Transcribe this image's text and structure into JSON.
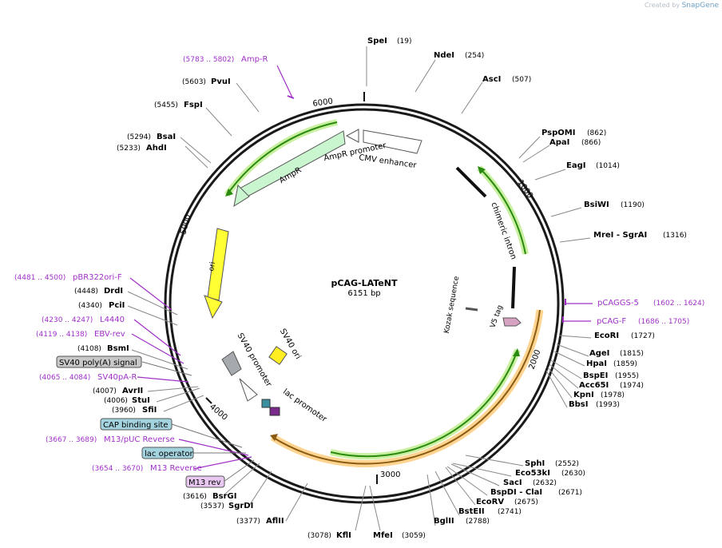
{
  "credit": {
    "prefix": "Created by",
    "brand": "SnapGene"
  },
  "plasmid": {
    "name": "pCAG-LATeNT",
    "size_label": "6151 bp",
    "length": 6151
  },
  "ticks": [
    "1000",
    "2000",
    "3000",
    "4000",
    "5000",
    "6000"
  ],
  "features": [
    {
      "id": "cmv-enhancer",
      "label": "CMV enhancer",
      "color": "#ffffff",
      "kind": "arrow"
    },
    {
      "id": "chimeric-intron",
      "label": "chimeric intron",
      "kind": "bar"
    },
    {
      "id": "kozak",
      "label": "Kozak sequence",
      "kind": "bar"
    },
    {
      "id": "v5-tag",
      "label": "V5 tag",
      "color": "#d6a3c2",
      "kind": "arrow"
    },
    {
      "id": "ampr-promoter",
      "label": "AmpR promoter",
      "color": "#ffffff",
      "kind": "arrow"
    },
    {
      "id": "ampr",
      "label": "AmpR",
      "color": "#c9f5cf",
      "kind": "arrow"
    },
    {
      "id": "ori",
      "label": "ori",
      "color": "#ffff33",
      "kind": "arrow"
    },
    {
      "id": "sv40-ori",
      "label": "SV40 ori",
      "color": "#ffee22",
      "kind": "box"
    },
    {
      "id": "sv40-promoter",
      "label": "SV40 promoter",
      "color": "#ffffff",
      "kind": "arrow"
    },
    {
      "id": "lac-promoter",
      "label": "lac promoter",
      "color": "#ffffff",
      "kind": "arrow"
    },
    {
      "id": "sv40-polya",
      "label": "",
      "color": "#a6a9ae",
      "kind": "box"
    }
  ],
  "sites": [
    {
      "name": "SpeI",
      "pos": "(19)"
    },
    {
      "name": "NdeI",
      "pos": "(254)"
    },
    {
      "name": "AscI",
      "pos": "(507)"
    },
    {
      "name": "PspOMI",
      "pos": "(862)"
    },
    {
      "name": "ApaI",
      "pos": "(866)"
    },
    {
      "name": "EagI",
      "pos": "(1014)"
    },
    {
      "name": "BsiWI",
      "pos": "(1190)"
    },
    {
      "name": "MreI  - SgrAI",
      "pos": "(1316)"
    },
    {
      "name": "EcoRI",
      "pos": "(1727)"
    },
    {
      "name": "AgeI",
      "pos": "(1815)"
    },
    {
      "name": "HpaI",
      "pos": "(1859)"
    },
    {
      "name": "BspEI",
      "pos": "(1955)"
    },
    {
      "name": "Acc65I",
      "pos": "(1974)"
    },
    {
      "name": "KpnI",
      "pos": "(1978)"
    },
    {
      "name": "BbsI",
      "pos": "(1993)"
    },
    {
      "name": "SphI",
      "pos": "(2552)"
    },
    {
      "name": "Eco53kI",
      "pos": "(2630)"
    },
    {
      "name": "SacI",
      "pos": "(2632)"
    },
    {
      "name": "BspDI  - ClaI",
      "pos": "(2671)"
    },
    {
      "name": "EcoRV",
      "pos": "(2675)"
    },
    {
      "name": "BstEII",
      "pos": "(2741)"
    },
    {
      "name": "BglII",
      "pos": "(2788)"
    },
    {
      "name": "MfeI",
      "pos": "(3059)"
    },
    {
      "name": "KflI",
      "pos": "(3078)"
    },
    {
      "name": "AflII",
      "pos": "(3377)"
    },
    {
      "name": "SgrDI",
      "pos": "(3537)"
    },
    {
      "name": "BsrGI",
      "pos": "(3616)"
    },
    {
      "name": "SfiI",
      "pos": "(3960)"
    },
    {
      "name": "StuI",
      "pos": "(4006)"
    },
    {
      "name": "AvrII",
      "pos": "(4007)"
    },
    {
      "name": "BsmI",
      "pos": "(4108)"
    },
    {
      "name": "PciI",
      "pos": "(4340)"
    },
    {
      "name": "DrdI",
      "pos": "(4448)"
    },
    {
      "name": "AhdI",
      "pos": "(5233)"
    },
    {
      "name": "BsaI",
      "pos": "(5294)"
    },
    {
      "name": "FspI",
      "pos": "(5455)"
    },
    {
      "name": "PvuI",
      "pos": "(5603)"
    }
  ],
  "primers": [
    {
      "name": "Amp-R",
      "range": "(5783 .. 5802)"
    },
    {
      "name": "pCAGGS-5",
      "range": "(1602 .. 1624)"
    },
    {
      "name": "pCAG-F",
      "range": "(1686 .. 1705)"
    },
    {
      "name": "pBR322ori-F",
      "range": "(4481 .. 4500)"
    },
    {
      "name": "L4440",
      "range": "(4230 .. 4247)"
    },
    {
      "name": "EBV-rev",
      "range": "(4119 .. 4138)"
    },
    {
      "name": "SV40pA-R",
      "range": "(4065 .. 4084)"
    },
    {
      "name": "M13/pUC Reverse",
      "range": "(3667 .. 3689)"
    },
    {
      "name": "M13 Reverse",
      "range": "(3654 .. 3670)"
    }
  ],
  "boxed_labels": [
    {
      "text": "SV40 poly(A) signal",
      "color": "#c8c8c8"
    },
    {
      "text": "CAP binding site",
      "color": "#a4d3e0"
    },
    {
      "text": "lac operator",
      "color": "#a4d3e0"
    },
    {
      "text": "M13 rev",
      "color": "#e8c8f0"
    }
  ],
  "colors": {
    "primer": "#a030c8",
    "backbone": "#1a1a1a",
    "orf_green": "#2a8a10",
    "orf_orange": "#8a5a10"
  }
}
